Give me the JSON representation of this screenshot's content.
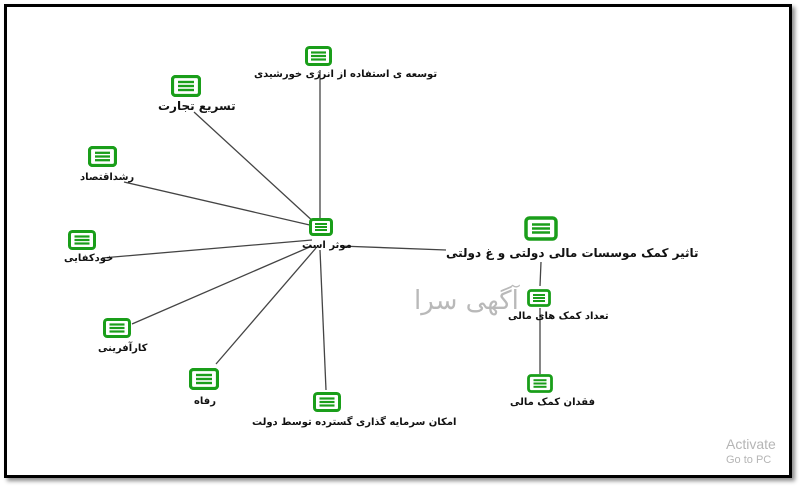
{
  "diagram": {
    "hub": {
      "label": "موثر است"
    },
    "main": {
      "label": "تاثیر کمک موسسات مالی دولتی و غ دولتی"
    },
    "nodes": [
      {
        "id": "solar",
        "label": "توسعه ی استفاده از انرژی خورشیدی"
      },
      {
        "id": "trade",
        "label": "تسریع تجارت"
      },
      {
        "id": "growth",
        "label": "رشداقتصاد"
      },
      {
        "id": "selfsuff",
        "label": "خودکفایی"
      },
      {
        "id": "entrepreneur",
        "label": "کارآفرینی"
      },
      {
        "id": "welfare",
        "label": "رفاه"
      },
      {
        "id": "invest",
        "label": "امکان سرمایه گذاری گسترده توسط دولت"
      },
      {
        "id": "count",
        "label": "تعداد کمک های مالی"
      },
      {
        "id": "lack",
        "label": "فقدان کمک مالی"
      }
    ],
    "icon_color": "#1a9e1a"
  },
  "watermark": "آگهی سرا",
  "os_notice": {
    "line1": "Activate",
    "line2": "Go to PC"
  }
}
